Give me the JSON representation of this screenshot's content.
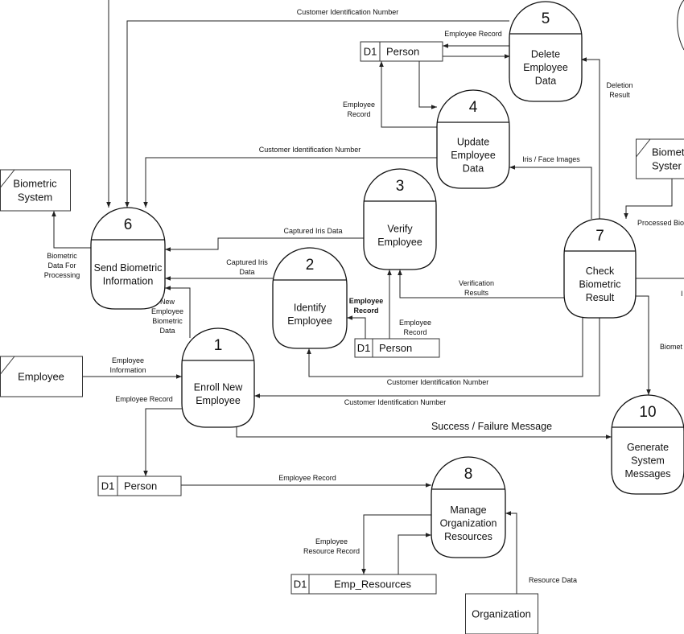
{
  "processes": {
    "p1": {
      "num": "1",
      "lines": [
        "Enroll New",
        "Employee"
      ]
    },
    "p2": {
      "num": "2",
      "lines": [
        "Identify",
        "Employee"
      ]
    },
    "p3": {
      "num": "3",
      "lines": [
        "Verify",
        "Employee"
      ]
    },
    "p4": {
      "num": "4",
      "lines": [
        "Update",
        "Employee",
        "Data"
      ]
    },
    "p5": {
      "num": "5",
      "lines": [
        "Delete",
        "Employee",
        "Data"
      ]
    },
    "p6": {
      "num": "6",
      "lines": [
        "Send Biometric",
        "Information"
      ]
    },
    "p7": {
      "num": "7",
      "lines": [
        "Check",
        "Biometric",
        "Result"
      ]
    },
    "p8": {
      "num": "8",
      "lines": [
        "Manage",
        "Organization",
        "Resources"
      ]
    },
    "p10": {
      "num": "10",
      "lines": [
        "Generate",
        "System",
        "Messages"
      ]
    }
  },
  "stores": {
    "s_person_top": {
      "id": "D1",
      "name": "Person"
    },
    "s_person_mid": {
      "id": "D1",
      "name": "Person"
    },
    "s_person_low": {
      "id": "D1",
      "name": "Person"
    },
    "s_empres": {
      "id": "D1",
      "name": "Emp_Resources"
    }
  },
  "entities": {
    "e_bio_left": {
      "lines": [
        "Biometric",
        "System"
      ]
    },
    "e_bio_right": {
      "lines": [
        "Biometr",
        "Syster"
      ]
    },
    "e_employee": {
      "lines": [
        "Employee"
      ]
    },
    "e_org": {
      "lines": [
        "Organization"
      ]
    }
  },
  "flows": {
    "cust_id_top": {
      "lines": [
        "Customer Identification Number"
      ]
    },
    "emp_rec_5": {
      "lines": [
        "Employee Record"
      ]
    },
    "emp_rec_4": {
      "lines": [
        "Employee",
        "Record"
      ]
    },
    "deletion": {
      "lines": [
        "Deletion",
        "Result"
      ]
    },
    "cust_id_6": {
      "lines": [
        "Customer Identification Number"
      ]
    },
    "iris_face": {
      "lines": [
        "Iris / Face Images"
      ]
    },
    "processed_bio": {
      "lines": [
        "Processed Bio"
      ]
    },
    "captured_iris_6": {
      "lines": [
        "Captured Iris Data"
      ]
    },
    "captured_iris_2": {
      "lines": [
        "Captured Iris",
        "Data"
      ]
    },
    "bio_for_proc": {
      "lines": [
        "Biometric",
        "Data For",
        "Processing"
      ]
    },
    "new_emp_bio": {
      "lines": [
        "New",
        "Employee",
        "Biometric",
        "Data"
      ]
    },
    "verification": {
      "lines": [
        "Verification",
        "Results"
      ]
    },
    "emp_rec_2": {
      "lines": [
        "Employee",
        "Record"
      ]
    },
    "emp_rec_3": {
      "lines": [
        "Employee",
        "Record"
      ]
    },
    "emp_info": {
      "lines": [
        "Employee",
        "Information"
      ]
    },
    "cust_id_2": {
      "lines": [
        "Customer Identification Number"
      ]
    },
    "cust_id_1": {
      "lines": [
        "Customer Identification Number"
      ]
    },
    "emp_rec_1": {
      "lines": [
        "Employee Record"
      ]
    },
    "success_fail": {
      "lines": [
        "Success / Failure Message"
      ]
    },
    "emp_rec_8": {
      "lines": [
        "Employee Record"
      ]
    },
    "emp_res_rec": {
      "lines": [
        "Employee",
        "Resource Record"
      ]
    },
    "resource_data": {
      "lines": [
        "Resource Data"
      ]
    },
    "cut_i": {
      "lines": [
        "I"
      ]
    },
    "cut_biomet": {
      "lines": [
        "Biomet"
      ]
    }
  }
}
